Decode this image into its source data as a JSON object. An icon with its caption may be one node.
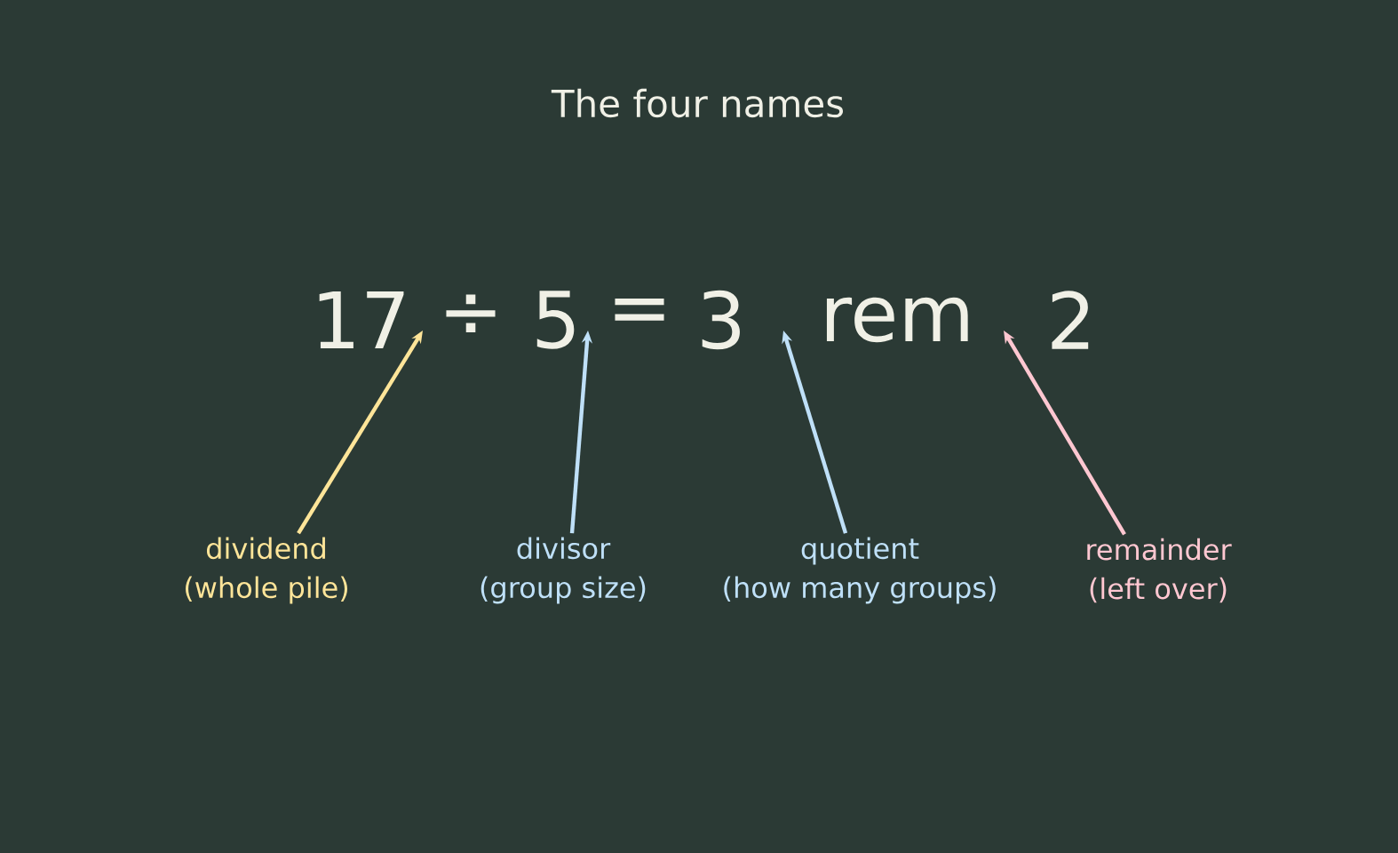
{
  "diagram": {
    "title": "The four names",
    "nodes": [
      {
        "text": [
          "17"
        ]
      },
      {
        "text": [
          "5"
        ]
      },
      {
        "text": [
          "3"
        ]
      },
      {
        "text": [
          "2"
        ]
      },
      {
        "text": [
          "dividend",
          "(whole pile)"
        ]
      },
      {
        "text": [
          "divisor",
          "(group size)"
        ]
      },
      {
        "text": [
          "quotient",
          "(how many groups)"
        ]
      },
      {
        "text": [
          "remainder",
          "(left over)"
        ]
      }
    ],
    "edges": [
      {
        "from": 4,
        "to": 0,
        "arrow": "to",
        "color": "#ffe599"
      },
      {
        "from": 5,
        "to": 1,
        "arrow": "to",
        "color": "#bfe0f8"
      },
      {
        "from": 6,
        "to": 2,
        "arrow": "to",
        "color": "#bfe0f8"
      },
      {
        "from": 7,
        "to": 3,
        "arrow": "to",
        "color": "#ffc7d1"
      }
    ],
    "labels": [
      "÷",
      "=",
      "rem"
    ]
  }
}
